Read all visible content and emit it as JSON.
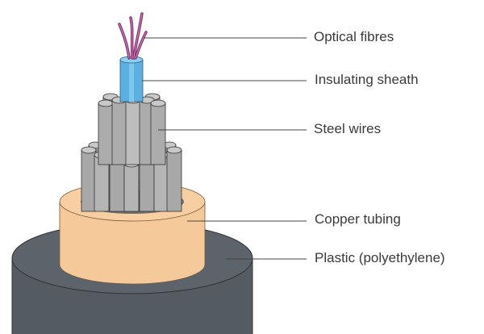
{
  "title": "Submarine optical fibre cable cross-section",
  "labels": [
    {
      "id": "optical-fibres",
      "text": "Optical fibres"
    },
    {
      "id": "insulating-sheath",
      "text": "Insulating sheath"
    },
    {
      "id": "steel-wires",
      "text": "Steel wires"
    },
    {
      "id": "copper-tubing",
      "text": "Copper tubing"
    },
    {
      "id": "plastic",
      "text": "Plastic (polyethylene)"
    }
  ],
  "colors": {
    "fibre": "#8a2f6e",
    "sheath": "#5ab0e0",
    "steel": "#b5b5b5",
    "copper": "#f5c99a",
    "plastic": "#555b63",
    "leader": "#444444"
  }
}
